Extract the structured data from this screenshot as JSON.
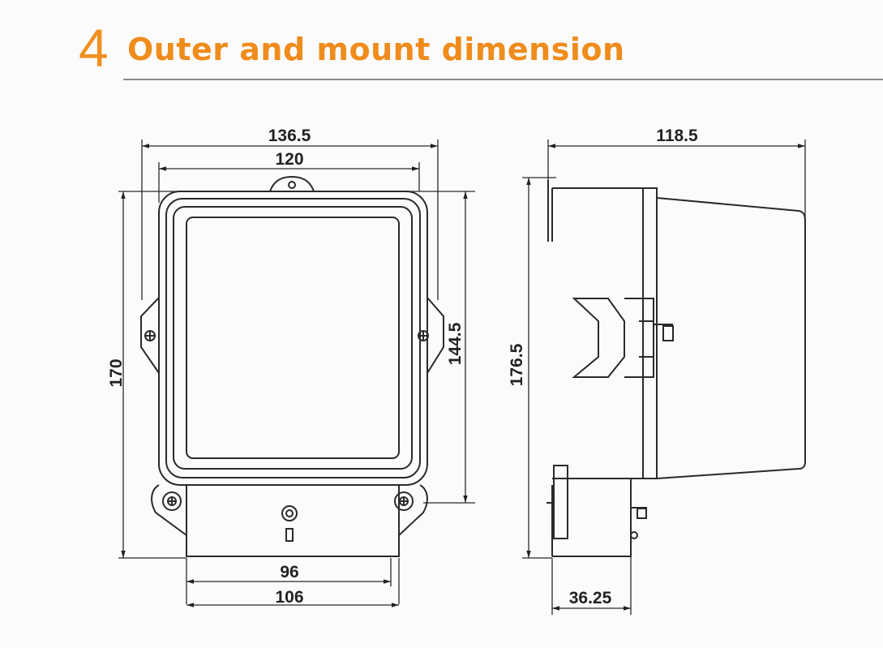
{
  "header": {
    "section_number": "4",
    "title": "Outer and mount dimension"
  },
  "front_view": {
    "dimensions": {
      "overall_width": "136.5",
      "mount_width": "120",
      "overall_height": "170",
      "mount_height": "144.5",
      "bottom_inner_width": "96",
      "bottom_outer_width": "106"
    }
  },
  "side_view": {
    "dimensions": {
      "depth": "118.5",
      "height": "176.5",
      "base_depth": "36.25"
    }
  },
  "colors": {
    "accent": "#ef8c1c",
    "line": "#2a2a2a",
    "rule": "#8a8a8a"
  }
}
